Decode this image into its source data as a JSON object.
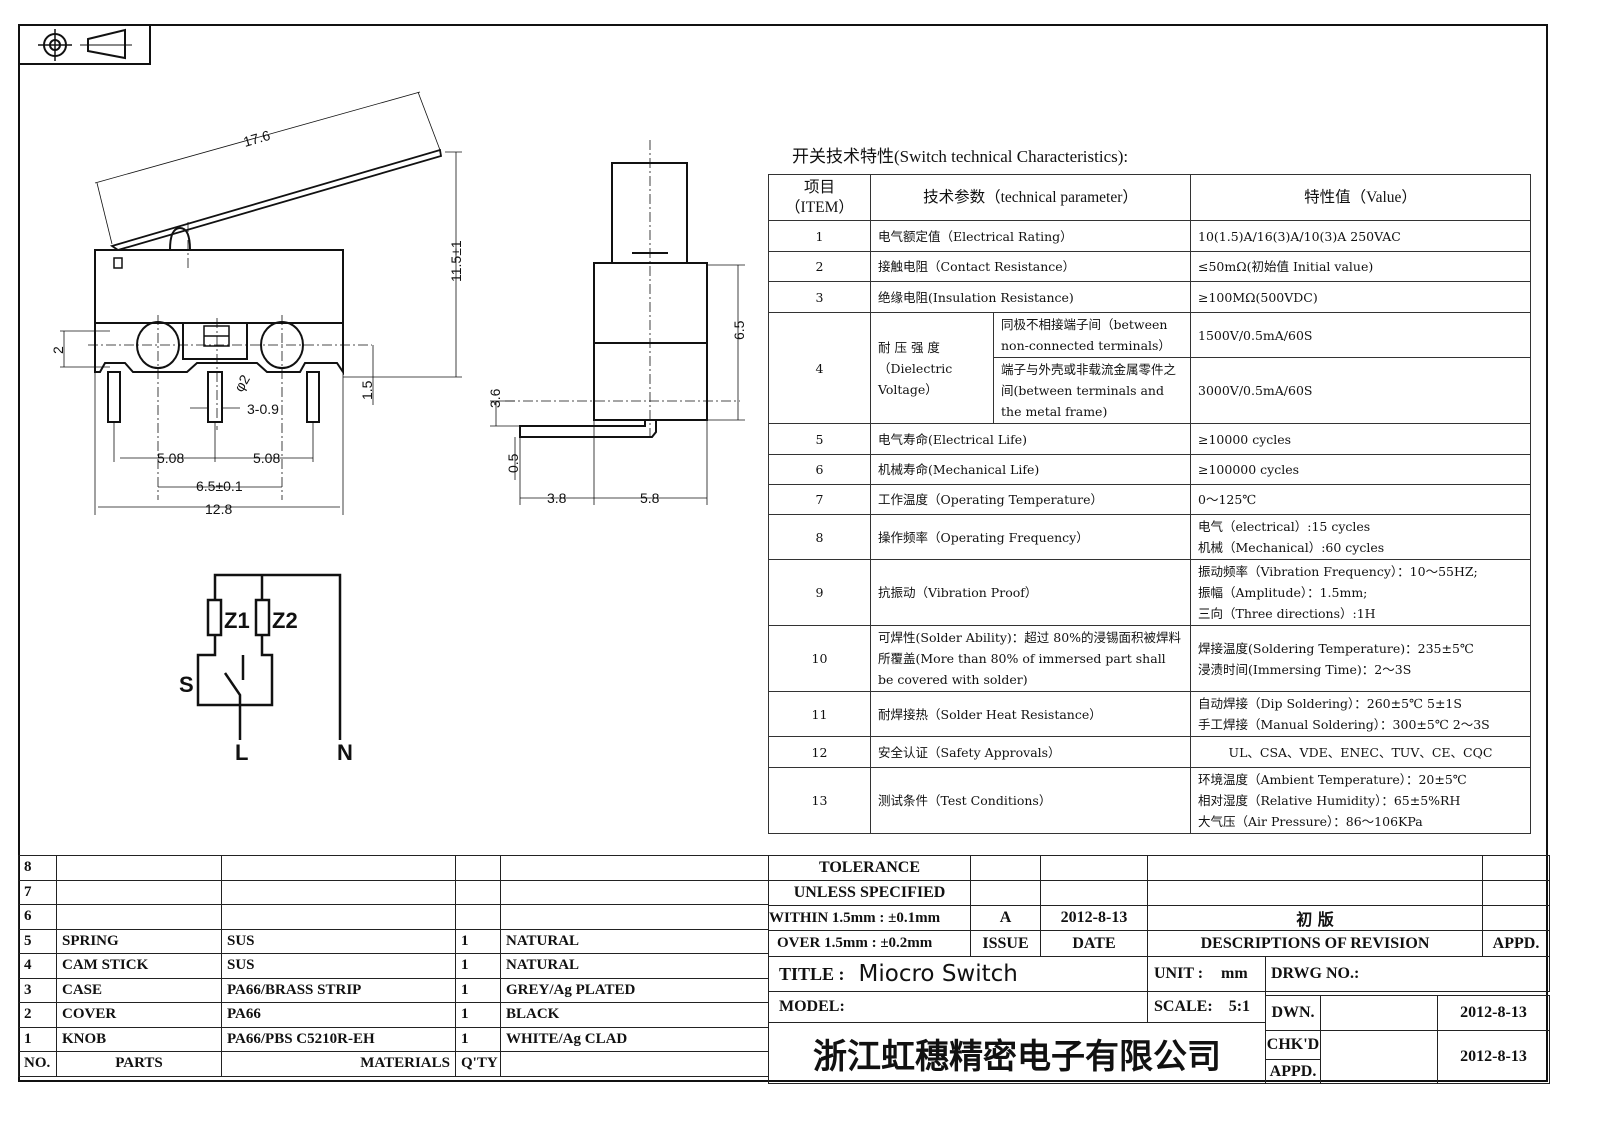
{
  "drawing": {
    "dims": {
      "lever_length": "17.6",
      "height": "11.5±1",
      "hole_offset": "2",
      "pin_length": "1.5",
      "hole_dia": "φ2",
      "pin_width": "3-0.9",
      "pitch_left": "5.08",
      "pitch_right": "5.08",
      "hole_pitch": "6.5±0.1",
      "body_width": "12.8",
      "side_height": "6.5",
      "term_offset": "3.6",
      "term_thick": "0.5",
      "term_reach": "3.8",
      "body_depth": "5.8"
    },
    "schematic": {
      "z1": "Z1",
      "z2": "Z2",
      "s": "S",
      "l": "L",
      "n": "N"
    }
  },
  "spec": {
    "title": "开关技术特性(Switch technical Characteristics):",
    "headers": {
      "item": "项目\n（ITEM）",
      "item_a": "项目",
      "item_b": "（ITEM）",
      "param": "技术参数（technical parameter）",
      "value": "特性值（Value）"
    },
    "rows": [
      {
        "no": "1",
        "param": "电气额定值（Electrical Rating）",
        "value": "10(1.5)A/16(3)A/10(3)A  250VAC"
      },
      {
        "no": "2",
        "param": "接触电阻（Contact  Resistance）",
        "value": "≤50mΩ(初始值 Initial value)"
      },
      {
        "no": "3",
        "param": "绝缘电阻(Insulation Resistance)",
        "value": "≥100MΩ(500VDC)"
      },
      {
        "no": "4",
        "param": "耐 压 强 度 （Dielectric Voltage）",
        "sub": [
          {
            "label": "同极不相接端子间（between non-connected terminals）",
            "value": "1500V/0.5mA/60S"
          },
          {
            "label": "端子与外壳或非载流金属零件之间(between terminals and the metal frame)",
            "value": "3000V/0.5mA/60S"
          }
        ]
      },
      {
        "no": "5",
        "param": "电气寿命(Electrical Life)",
        "value": "≥10000 cycles"
      },
      {
        "no": "6",
        "param": "机械寿命(Mechanical Life)",
        "value": "≥100000 cycles"
      },
      {
        "no": "7",
        "param": "工作温度（Operating Temperature）",
        "value": "0～125℃"
      },
      {
        "no": "8",
        "param": "操作频率（Operating Frequency）",
        "value1": "电气（electrical）:15 cycles",
        "value2": "机械（Mechanical）:60 cycles"
      },
      {
        "no": "9",
        "param": "抗振动（Vibration Proof）",
        "value1": "振动频率（Vibration Frequency）：10～55HZ;",
        "value2": "振幅（Amplitude）：1.5mm;",
        "value3": "三向（Three directions）:1H"
      },
      {
        "no": "10",
        "param": "可焊性(Solder Ability)：超过 80%的浸锡面积被焊料所覆盖(More than 80% of immersed part shall be covered with solder)",
        "value1": "焊接温度(Soldering Temperature)：235±5℃",
        "value2": "浸渍时间(Immersing Time)：2～3S"
      },
      {
        "no": "11",
        "param": "耐焊接热（Solder Heat Resistance）",
        "value1": "自动焊接（Dip Soldering）：260±5℃ 5±1S",
        "value2": "手工焊接（Manual Soldering）：300±5℃ 2～3S"
      },
      {
        "no": "12",
        "param": "安全认证（Safety Approvals）",
        "value": "UL、CSA、VDE、ENEC、TUV、CE、CQC"
      },
      {
        "no": "13",
        "param": "测试条件（Test Conditions）",
        "value1": "环境温度（Ambient Temperature）：20±5℃",
        "value2": "相对湿度（Relative Humidity）：65±5%RH",
        "value3": "大气压（Air Pressure）：86～106KPa"
      }
    ]
  },
  "parts": {
    "rows": [
      {
        "no": "8",
        "part": "",
        "material": "",
        "qty": "",
        "finish": ""
      },
      {
        "no": "7",
        "part": "",
        "material": "",
        "qty": "",
        "finish": ""
      },
      {
        "no": "6",
        "part": "",
        "material": "",
        "qty": "",
        "finish": ""
      },
      {
        "no": "5",
        "part": "SPRING",
        "material": "SUS",
        "qty": "1",
        "finish": "NATURAL"
      },
      {
        "no": "4",
        "part": "CAM STICK",
        "material": "SUS",
        "qty": "1",
        "finish": "NATURAL"
      },
      {
        "no": "3",
        "part": "CASE",
        "material": "PA66/BRASS STRIP",
        "qty": "1",
        "finish": "GREY/Ag PLATED"
      },
      {
        "no": "2",
        "part": "COVER",
        "material": "PA66",
        "qty": "1",
        "finish": "BLACK"
      },
      {
        "no": "1",
        "part": "KNOB",
        "material": "PA66/PBS C5210R-EH",
        "qty": "1",
        "finish": "WHITE/Ag CLAD"
      }
    ],
    "headers": {
      "no": "NO.",
      "part": "PARTS",
      "material": "MATERIALS",
      "qty": "Q'TY"
    }
  },
  "titleblock": {
    "tolerance1": "TOLERANCE",
    "tolerance2": "UNLESS   SPECIFIED",
    "within": "WITHIN 1.5mm : ±0.1mm",
    "over": "OVER 1.5mm : ±0.2mm",
    "issue_val": "A",
    "date_val": "2012-8-13",
    "desc_val": "初  版",
    "issue_label": "ISSUE",
    "date_label": "DATE",
    "desc_label": "DESCRIPTIONS OF REVISION",
    "appd_label": "APPD.",
    "title_label": "TITLE :",
    "title_value": "Miocro Switch",
    "unit_label": "UNIT :",
    "unit_value": "mm",
    "drwg_label": "DRWG NO.:",
    "model_label": "MODEL:",
    "scale_label": "SCALE:",
    "scale_value": "5:1",
    "dwn_label": "DWN.",
    "dwn_date": "2012-8-13",
    "chkd_label": "CHK'D",
    "chkd_date": "2012-8-13",
    "appd2_label": "APPD.",
    "company": "浙江虹穗精密电子有限公司"
  }
}
